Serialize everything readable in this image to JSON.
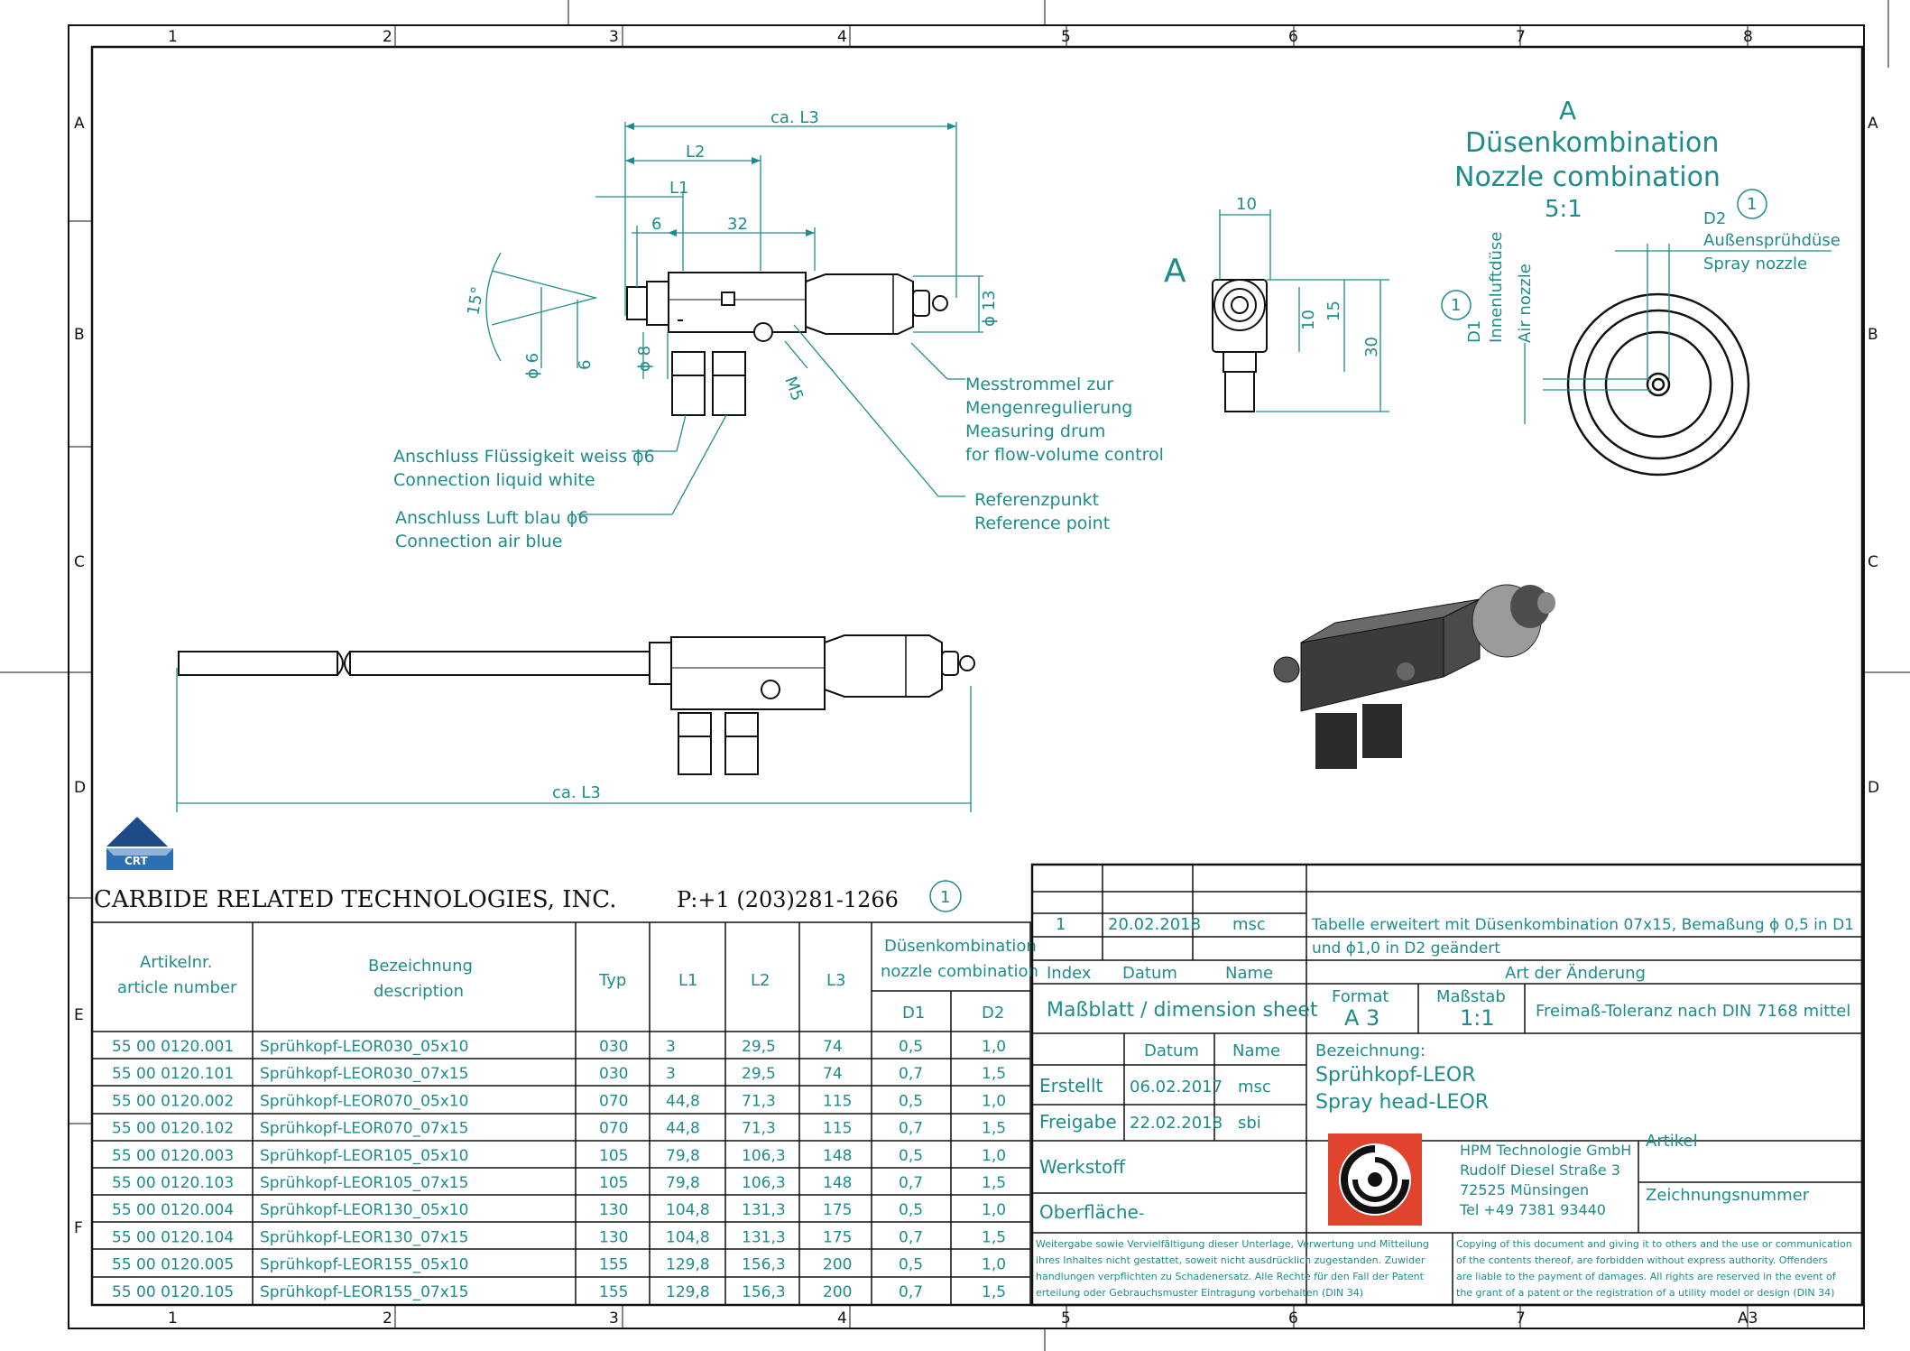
{
  "frame": {
    "columns": [
      "1",
      "2",
      "3",
      "4",
      "5",
      "6",
      "7",
      "8"
    ],
    "bottom_columns": [
      "1",
      "2",
      "3",
      "4",
      "5",
      "6",
      "7",
      "A3"
    ],
    "rows": [
      "A",
      "B",
      "C",
      "D",
      "E",
      "F"
    ]
  },
  "drawing": {
    "top_dims": {
      "ca_l3": "ca. L3",
      "l2": "L2",
      "l1": "L1",
      "d6": "6",
      "d32": "32",
      "angle": "15°",
      "phi6": "ϕ 6",
      "six": "6",
      "phi8": "ϕ 8",
      "m5": "M5",
      "phi13": "ϕ 13"
    },
    "callouts": {
      "measuring_de1": "Messtrommel zur",
      "measuring_de2": "Mengenregulierung",
      "measuring_en1": "Measuring drum",
      "measuring_en2": "for flow-volume control",
      "liquid_de": "Anschluss Flüssigkeit weiss ϕ6",
      "liquid_en": "Connection liquid white",
      "air_de": "Anschluss Luft blau ϕ6",
      "air_en": "Connection air blue",
      "ref_de": "Referenzpunkt",
      "ref_en": "Reference point"
    },
    "side_view": {
      "label": "A",
      "d10": "10",
      "d10b": "10",
      "d15": "15",
      "d30": "30"
    },
    "nozzle_detail": {
      "letter": "A",
      "title_de": "Düsenkombination",
      "title_en": "Nozzle combination",
      "scale": "5:1",
      "d2": "D2",
      "rev": "1",
      "outer_de": "Außensprühdüse",
      "outer_en": "Spray nozzle",
      "d1": "D1",
      "inner_de": "Innenluftdüse",
      "inner_en": "Air nozzle",
      "rev2": "1"
    },
    "bottom_dim": "ca. L3"
  },
  "company": {
    "logo_text": "CRT",
    "name": "CARBIDE RELATED TECHNOLOGIES,  INC.",
    "phone": "P:+1 (203)281-1266",
    "rev_mark": "1"
  },
  "table": {
    "headers": {
      "article_de": "Artikelnr.",
      "article_en": "article number",
      "desc_de": "Bezeichnung",
      "desc_en": "description",
      "typ": "Typ",
      "l1": "L1",
      "l2": "L2",
      "l3": "L3",
      "nozzle_de": "Düsenkombination",
      "nozzle_en": "nozzle combination",
      "d1": "D1",
      "d2": "D2"
    },
    "rows": [
      [
        "55 00 0120.001",
        "Sprühkopf-LEOR030_05x10",
        "030",
        "3",
        "29,5",
        "74",
        "0,5",
        "1,0"
      ],
      [
        "55 00 0120.101",
        "Sprühkopf-LEOR030_07x15",
        "030",
        "3",
        "29,5",
        "74",
        "0,7",
        "1,5"
      ],
      [
        "55 00 0120.002",
        "Sprühkopf-LEOR070_05x10",
        "070",
        "44,8",
        "71,3",
        "115",
        "0,5",
        "1,0"
      ],
      [
        "55 00 0120.102",
        "Sprühkopf-LEOR070_07x15",
        "070",
        "44,8",
        "71,3",
        "115",
        "0,7",
        "1,5"
      ],
      [
        "55 00 0120.003",
        "Sprühkopf-LEOR105_05x10",
        "105",
        "79,8",
        "106,3",
        "148",
        "0,5",
        "1,0"
      ],
      [
        "55 00 0120.103",
        "Sprühkopf-LEOR105_07x15",
        "105",
        "79,8",
        "106,3",
        "148",
        "0,7",
        "1,5"
      ],
      [
        "55 00 0120.004",
        "Sprühkopf-LEOR130_05x10",
        "130",
        "104,8",
        "131,3",
        "175",
        "0,5",
        "1,0"
      ],
      [
        "55 00 0120.104",
        "Sprühkopf-LEOR130_07x15",
        "130",
        "104,8",
        "131,3",
        "175",
        "0,7",
        "1,5"
      ],
      [
        "55 00 0120.005",
        "Sprühkopf-LEOR155_05x10",
        "155",
        "129,8",
        "156,3",
        "200",
        "0,5",
        "1,0"
      ],
      [
        "55 00 0120.105",
        "Sprühkopf-LEOR155_07x15",
        "155",
        "129,8",
        "156,3",
        "200",
        "0,7",
        "1,5"
      ]
    ]
  },
  "title_block": {
    "rev_index": "1",
    "rev_date": "20.02.2018",
    "rev_name": "msc",
    "rev_text1": "Tabelle erweitert mit Düsenkombination 07x15, Bemaßung ϕ 0,5 in D1",
    "rev_text2": "und ϕ1,0 in D2 geändert",
    "index_label": "Index",
    "datum_label": "Datum",
    "name_label": "Name",
    "change_label": "Art der Änderung",
    "sheet_label": "Maßblatt / dimension sheet",
    "format_label": "Format",
    "format_value": "A 3",
    "scale_label": "Maßstab",
    "scale_value": "1:1",
    "tolerance": "Freimaß-Toleranz nach DIN 7168 mittel",
    "datum_col": "Datum",
    "name_col": "Name",
    "bez_label": "Bezeichnung:",
    "bez_de": "Sprühkopf-LEOR",
    "bez_en": "Spray head-LEOR",
    "created_label": "Erstellt",
    "created_date": "06.02.2017",
    "created_name": "msc",
    "release_label": "Freigabe",
    "release_date": "22.02.2018",
    "release_name": "sbi",
    "material_label": "Werkstoff",
    "surface_label": "Oberfläche",
    "surface_value": "-",
    "company_line1": "HPM Technologie GmbH",
    "company_line2": "Rudolf Diesel Straße 3",
    "company_line3": "72525 Münsingen",
    "company_line4": "Tel +49 7381 93440",
    "artikel_label": "Artikel",
    "drawing_no_label": "Zeichnungsnummer",
    "legal_de1": "Weitergabe sowie Vervielfältigung dieser Unterlage, Verwertung und Mitteilung",
    "legal_de2": "ihres Inhaltes nicht gestattet, soweit nicht ausdrücklich zugestanden. Zuwider",
    "legal_de3": "handlungen verpflichten zu Schadenersatz. Alle Rechte für den Fall der Patent",
    "legal_de4": "erteilung oder Gebrauchsmuster Eintragung vorbehalten (DIN 34)",
    "legal_en1": "Copying of this document and giving it to others and the use or communication",
    "legal_en2": "of the contents thereof, are forbidden without express authority. Offenders",
    "legal_en3": "are liable to the payment of damages. All rights are reserved in the event of",
    "legal_en4": "the grant of a patent or the registration of a utility model or design (DIN 34)"
  }
}
